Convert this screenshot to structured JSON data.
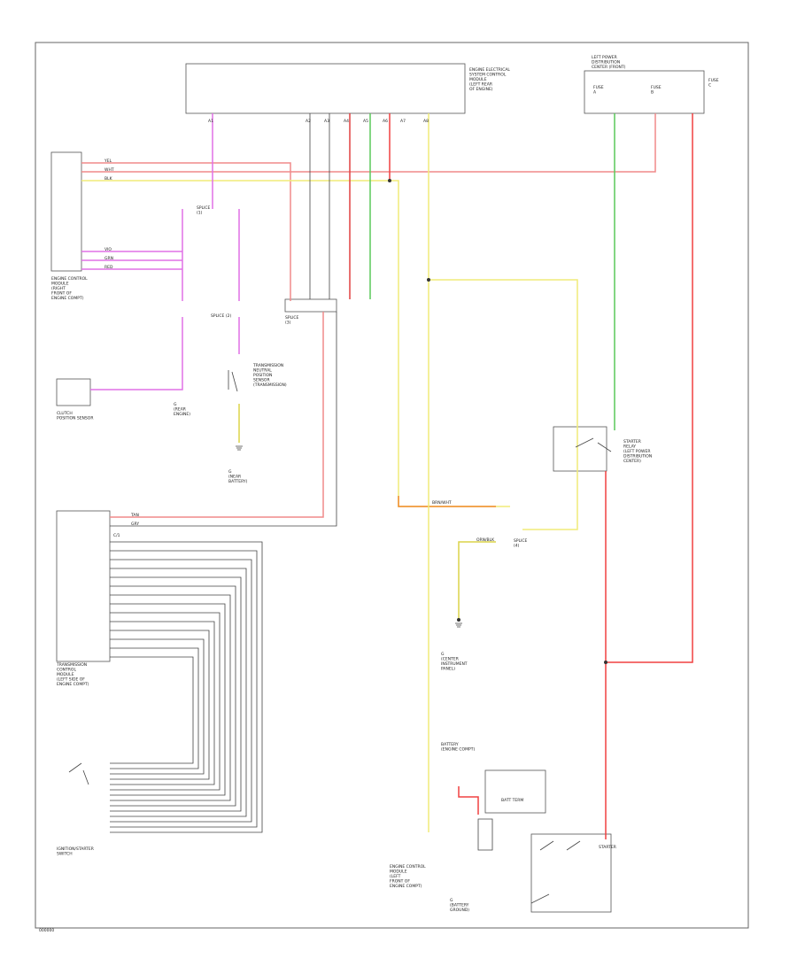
{
  "diagram_code": "000000",
  "labels": {
    "ecm_top": [
      "ENGINE ELECTRICAL",
      "SYSTEM CONTROL",
      "MODULE",
      "(LEFT REAR",
      "OF ENGINE)"
    ],
    "fuse_box_top": [
      "LEFT POWER",
      "DISTRIBUTION",
      "CENTER (FRONT)"
    ],
    "fuse_a": [
      "FUSE",
      "A"
    ],
    "fuse_b": [
      "FUSE",
      "B"
    ],
    "fuse_c": [
      "FUSE",
      "C"
    ],
    "ecm_left": [
      "ENGINE CONTROL",
      "MODULE",
      "(RIGHT",
      "FRONT OF",
      "ENGINE COMPT)"
    ],
    "splice1": [
      "SPLICE",
      "(1)"
    ],
    "splice2": [
      "SPLICE (2)"
    ],
    "splice3": [
      "SPLICE",
      "(3)"
    ],
    "splice4": [
      "SPLICE",
      "(4)"
    ],
    "clutch": [
      "CLUTCH",
      "POSITION SENSOR"
    ],
    "ground_mid": [
      "G",
      "(REAR",
      "ENGINE)"
    ],
    "trans_sensor": [
      "TRANSMISSION",
      "NEUTRAL",
      "POSITION",
      "SENSOR",
      "(TRANSMISSION)"
    ],
    "ground_bot": [
      "G",
      "(NEAR",
      "BATTERY)"
    ],
    "tcm": [
      "TRANSMISSION",
      "CONTROL",
      "MODULE",
      "(LEFT SIDE OF",
      "ENGINE COMPT)"
    ],
    "ign_switch": [
      "IGNITION/STARTER",
      "SWITCH"
    ],
    "relay": [
      "STARTER",
      "RELAY",
      "(LEFT POWER",
      "DISTRIBUTION",
      "CENTER)"
    ],
    "ground_center": [
      "G",
      "(CENTER",
      "INSTRUMENT",
      "PANEL)"
    ],
    "battery_top": [
      "BATTERY",
      "(ENGINE COMPT)"
    ],
    "ecm_bottom": [
      "ENGINE CONTROL",
      "MODULE",
      "(LEFT",
      "FRONT OF",
      "ENGINE COMPT)"
    ],
    "ground_battery": [
      "G",
      "(BATTERY",
      "GROUND)"
    ],
    "starter": [
      "STARTER"
    ],
    "batt_post": [
      "BATT TERM"
    ],
    "c_conn": "C/1",
    "pins": [
      "A1",
      "A2",
      "A3",
      "A4",
      "A5",
      "A6",
      "A7",
      "A8"
    ],
    "wire_tags": [
      "VIO",
      "GRN",
      "RED",
      "YEL",
      "WHT",
      "BLK",
      "BRN/WHT",
      "ORN/BLK",
      "TAN",
      "GRY"
    ]
  },
  "colors": {
    "pink": "#f08a8a",
    "red": "#f04040",
    "yellow": "#f0ec78",
    "yellow_dark": "#dcd448",
    "violet": "#e070e6",
    "green": "#5ac85a",
    "orange": "#f08c30",
    "gray": "#666666",
    "black": "#444444"
  }
}
